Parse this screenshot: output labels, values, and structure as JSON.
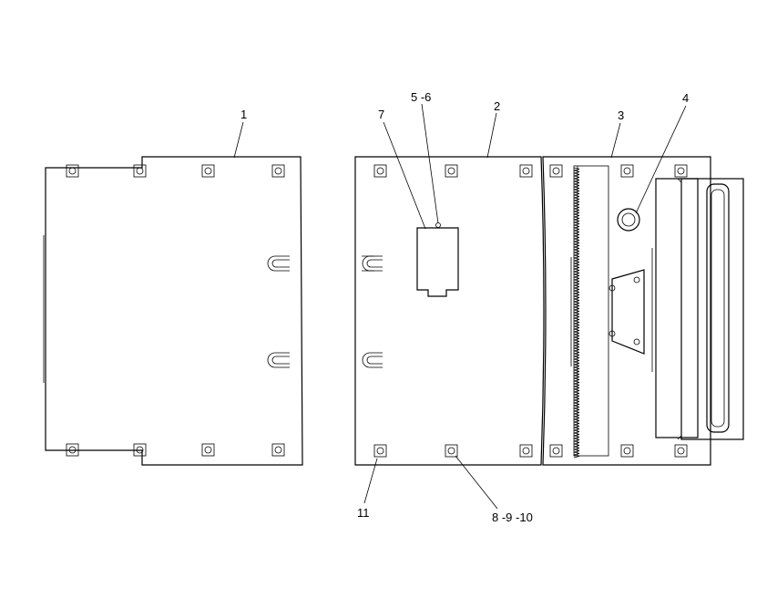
{
  "diagram": {
    "callouts": {
      "c1": "1",
      "c2": "2",
      "c3": "3",
      "c4": "4",
      "c56": "5 -6",
      "c7": "7",
      "c11": "11",
      "c8910": "8 -9 -10"
    },
    "line_color": "#000000",
    "background": "#ffffff"
  }
}
